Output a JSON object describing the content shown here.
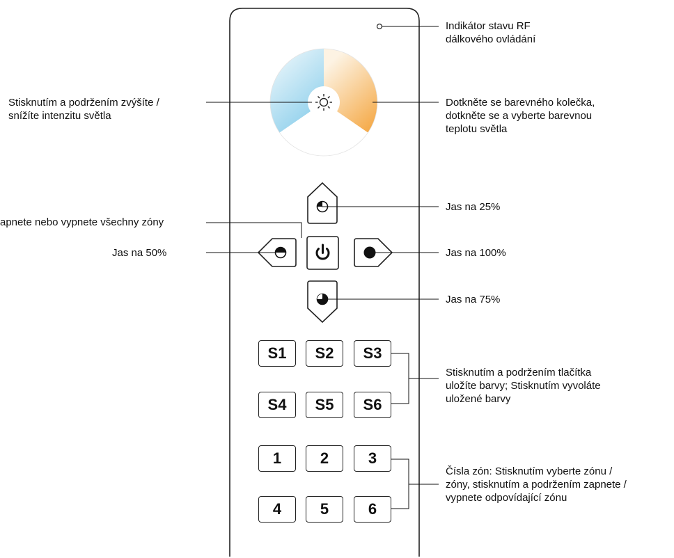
{
  "annotations": {
    "rf_indicator": [
      "Indikátor stavu RF",
      "dálkového ovládání"
    ],
    "color_wheel": [
      "Dotkněte se barevného kolečka,",
      "dotkněte se a vyberte barevnou",
      "teplotu světla"
    ],
    "dimmer": [
      "Stisknutím a podržením zvýšíte /",
      "snížíte intenzitu světla"
    ],
    "power": "apnete nebo vypnete všechny zóny",
    "b25": "Jas na 25%",
    "b50": "Jas na 50%",
    "b100": "Jas na 100%",
    "b75": "Jas na 75%",
    "scenes": [
      "Stisknutím a podržením tlačítka",
      "uložíte barvy; Stisknutím vyvoláte",
      "uložené barvy"
    ],
    "zones": [
      "Čísla zón: Stisknutím vyberte zónu /",
      "zóny, stisknutím a podržením zapnete /",
      "vypnete odpovídající zónu"
    ]
  },
  "scene_buttons": [
    "S1",
    "S2",
    "S3",
    "S4",
    "S5",
    "S6"
  ],
  "zone_buttons": [
    "1",
    "2",
    "3",
    "4",
    "5",
    "6"
  ],
  "icons": {
    "dimmer": "sun-icon",
    "power": "power-icon",
    "b25": "quarter-circle-icon",
    "b50": "half-circle-icon",
    "b75": "three-quarter-circle-icon",
    "b100": "full-circle-icon"
  },
  "colors": {
    "cool_white": "#8fd0ec",
    "warm_white": "#f4a43c",
    "neutral": "#ffffff",
    "outline": "#222222"
  }
}
